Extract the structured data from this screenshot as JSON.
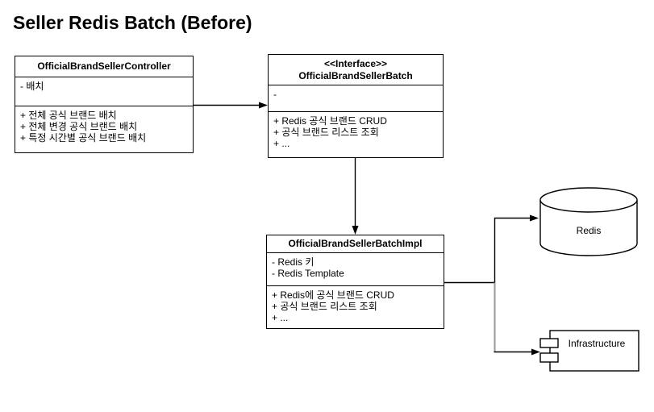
{
  "title": "Seller Redis Batch (Before)",
  "controller": {
    "title": "OfficialBrandSellerController",
    "attributes": [
      "- 배치"
    ],
    "methods": [
      "+ 전체 공식 브랜드 배치",
      "+ 전체 변경 공식 브랜드 배치",
      "+ 특정 시간별 공식 브랜드 배치"
    ]
  },
  "interface": {
    "stereotype": "<<Interface>>",
    "title": "OfficialBrandSellerBatch",
    "attributes": [
      "-"
    ],
    "methods": [
      "+ Redis 공식 브랜드 CRUD",
      "+ 공식 브랜드 리스트 조회",
      "+ ..."
    ]
  },
  "impl": {
    "title": "OfficialBrandSellerBatchImpl",
    "attributes": [
      "- Redis 키",
      "- Redis Template"
    ],
    "methods": [
      "+ Redis에 공식 브랜드 CRUD",
      "+ 공식 브랜드 리스트 조회",
      "+ ..."
    ]
  },
  "database": {
    "label": "Redis"
  },
  "component": {
    "label": "Infrastructure"
  },
  "colors": {
    "stroke": "#000000",
    "gray_segment": "#999999",
    "background": "#ffffff"
  }
}
